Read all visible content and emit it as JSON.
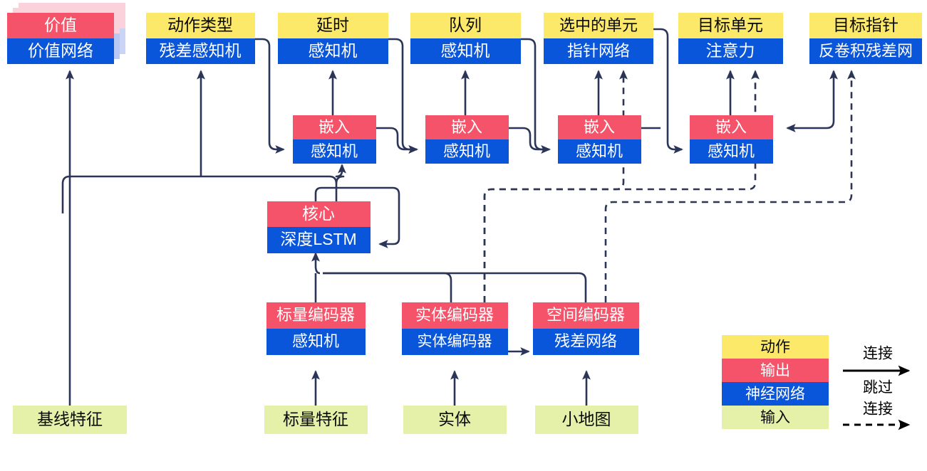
{
  "diagram": {
    "title": "AlphaStar-style agent architecture (Chinese labels)",
    "colors": {
      "action": "#FCE96A",
      "output": "#F5536A",
      "network": "#0A56DB",
      "input": "#E5F0A8",
      "edge": "#2B3557",
      "legend_arrow": "#000000",
      "shadow_output": "#FBD2DC",
      "shadow_network": "#B9C8F4",
      "text_dark": "#0A0A0A",
      "text_light": "#FFFFFF"
    },
    "nodes": {
      "value": {
        "top": "价值",
        "bottom": "价值网络",
        "stacked": true
      },
      "action_type": {
        "top": "动作类型",
        "bottom": "残差感知机"
      },
      "delay": {
        "top": "延时",
        "bottom": "感知机"
      },
      "queue": {
        "top": "队列",
        "bottom": "感知机"
      },
      "selected_units": {
        "top": "选中的单元",
        "bottom": "指针网络"
      },
      "target_unit": {
        "top": "目标单元",
        "bottom": "注意力"
      },
      "target_point": {
        "top": "目标指针",
        "bottom": "反卷积残差网"
      },
      "embed1": {
        "top": "嵌入",
        "bottom": "感知机"
      },
      "embed2": {
        "top": "嵌入",
        "bottom": "感知机"
      },
      "embed3": {
        "top": "嵌入",
        "bottom": "感知机"
      },
      "embed4": {
        "top": "嵌入",
        "bottom": "感知机"
      },
      "core": {
        "top": "核心",
        "bottom": "深度LSTM"
      },
      "scalar_encoder": {
        "top": "标量编码器",
        "bottom": "感知机"
      },
      "entity_encoder": {
        "top": "实体编码器",
        "bottom": "实体编码器"
      },
      "spatial_encoder": {
        "top": "空间编码器",
        "bottom": "残差网络"
      },
      "baseline_features": {
        "label": "基线特征"
      },
      "scalar_features": {
        "label": "标量特征"
      },
      "entities": {
        "label": "实体"
      },
      "minimap": {
        "label": "小地图"
      }
    },
    "legend": {
      "swatches": [
        {
          "label": "动作",
          "kind": "action"
        },
        {
          "label": "输出",
          "kind": "output"
        },
        {
          "label": "神经网络",
          "kind": "network"
        },
        {
          "label": "输入",
          "kind": "input"
        }
      ],
      "edges": [
        {
          "label": "连接",
          "style": "solid"
        },
        {
          "label_line1": "跳过",
          "label_line2": "连接",
          "style": "dashed"
        }
      ]
    }
  }
}
